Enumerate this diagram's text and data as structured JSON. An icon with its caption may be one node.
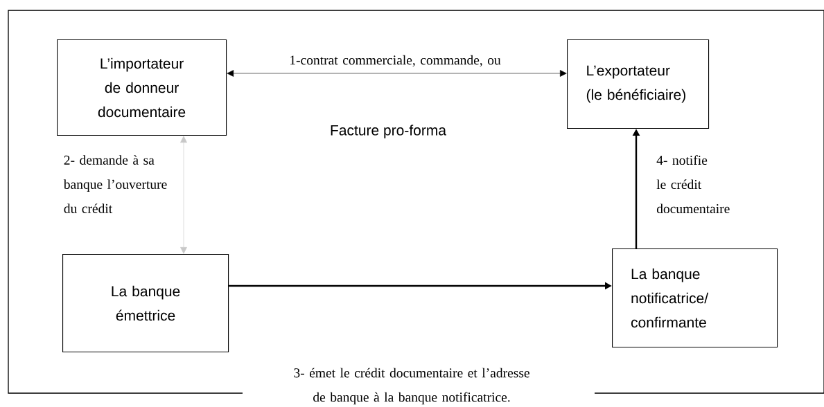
{
  "diagram": {
    "nodes": [
      {
        "text": [
          "L’importateur de donneur documentaire"
        ]
      },
      {
        "text": [
          "L’exportateur (le bénéficiaire)"
        ]
      },
      {
        "text": [
          "La banque émettrice"
        ]
      },
      {
        "text": [
          "La banque notificatrice/ confirmante"
        ]
      }
    ],
    "edges": [
      {
        "from": 0,
        "to": 1,
        "arrow": "both",
        "label": "1-contrat commerciale, commande, ou"
      },
      {
        "from": 2,
        "to": 0,
        "arrow": "both",
        "label": "2- demande à sa banque l’ouverture du crédit",
        "color": "#c8c8c8"
      },
      {
        "from": 2,
        "to": 3,
        "arrow": "to",
        "style": "thick"
      },
      {
        "from": 3,
        "to": 1,
        "arrow": "to",
        "label": "4- notifie le crédit documentaire",
        "style": "thick"
      }
    ],
    "labels": [
      "Facture pro-forma",
      "3- émet le crédit documentaire et l’adresse de banque à la banque notificatrice."
    ]
  }
}
